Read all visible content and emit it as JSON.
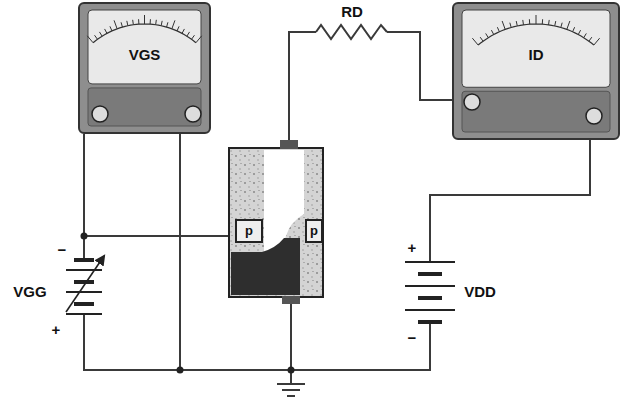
{
  "diagram": {
    "nodes": [
      {
        "text": [
          "VGS"
        ]
      },
      {
        "text": [
          "ID"
        ]
      }
    ],
    "labels": [
      "RD",
      "VGG",
      "−",
      "+",
      "VDD",
      "+",
      "−",
      "p",
      "p"
    ]
  }
}
